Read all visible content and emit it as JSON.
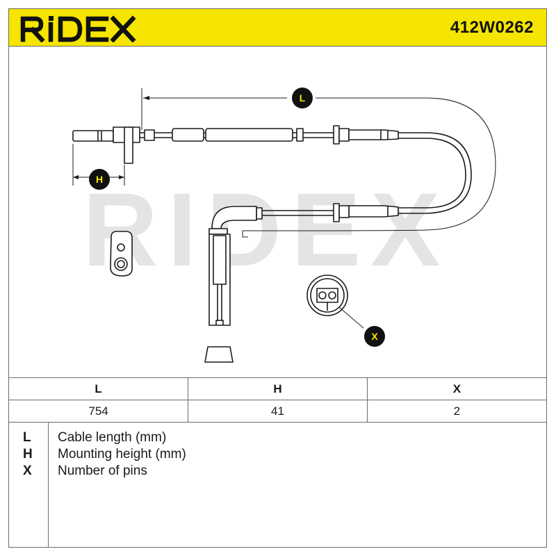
{
  "header": {
    "brand": "RIDEX",
    "part_number": "412W0262",
    "brand_color": "#f5e500"
  },
  "drawing": {
    "dimension_markers": [
      "L",
      "H",
      "X"
    ],
    "watermark": "RIDEX"
  },
  "spec_table": {
    "columns": [
      "L",
      "H",
      "X"
    ],
    "values": [
      "754",
      "41",
      "2"
    ]
  },
  "legend": [
    {
      "key": "L",
      "description": "Cable length (mm)"
    },
    {
      "key": "H",
      "description": "Mounting height (mm)"
    },
    {
      "key": "X",
      "description": "Number of pins"
    }
  ]
}
